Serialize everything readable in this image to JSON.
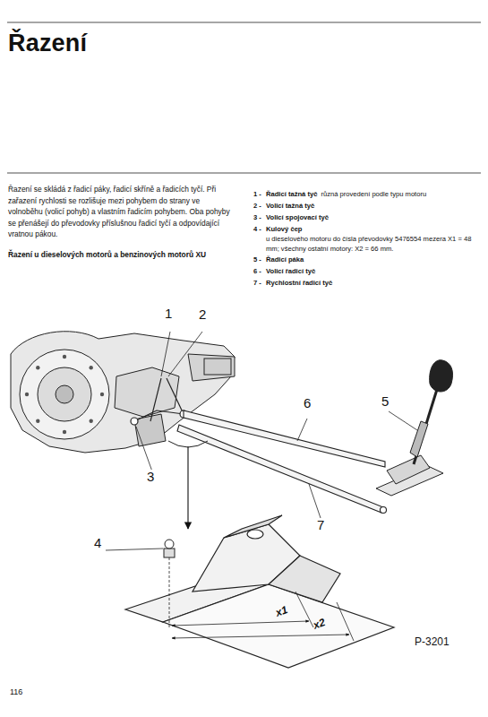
{
  "diagram": {
    "title": "Řazení",
    "labels": [
      "Řazení se skládá z řadicí páky, řadicí skříně a řadicích tyčí. Při zařazení rychlosti se rozlišuje mezi pohybem do strany ve volnoběhu (volicí pohyb) a vlastním řadicím pohybem. Oba pohyby se přenášejí do převodovky příslušnou řadicí tyčí a odpovídající vratnou pákou.",
      "Řazení u dieselových motorů a benzinových motorů XU",
      "1 -",
      "Řadicí tažná tyč",
      "různá provedení podle typu motoru",
      "2 -",
      "Volicí tažná tyč",
      "3 -",
      "Volicí spojovací tyč",
      "4 -",
      "Kulový čep",
      "u dieselového motoru do čísla převodovky 5476554 mezera X1 = 48 mm; všechny ostatní motory: X2 = 66 mm.",
      "5 -",
      "Řadicí páka",
      "6 -",
      "Volicí řadicí tyč",
      "7 -",
      "Rychlostní řadicí tyč",
      "1",
      "2",
      "3",
      "4",
      "5",
      "6",
      "7",
      "x1",
      "x2",
      "P-3201",
      "116"
    ]
  }
}
